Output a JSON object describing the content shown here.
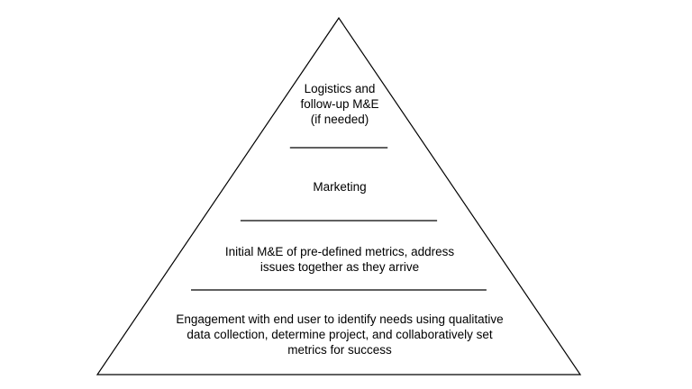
{
  "diagram": {
    "type": "pyramid",
    "line_color": "#000000",
    "background": "#ffffff",
    "tiers": [
      {
        "id": "top",
        "text": "Logistics and\nfollow-up M&E\n(if needed)"
      },
      {
        "id": "second",
        "text": "Marketing"
      },
      {
        "id": "third",
        "text": "Initial M&E of pre-defined metrics, address\nissues together as they arrive"
      },
      {
        "id": "base",
        "text": "Engagement with end user to identify needs using qualitative\ndata collection, determine project, and collaboratively set\nmetrics for success"
      }
    ]
  }
}
